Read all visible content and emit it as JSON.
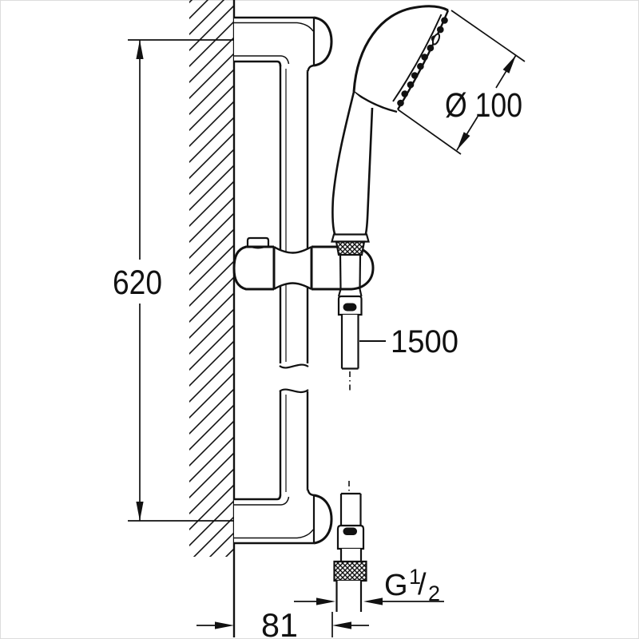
{
  "drawing": {
    "title": "shower-rail-set-dimension-drawing",
    "background_color": "#ffffff",
    "line_color": "#111111",
    "dimensions": {
      "rail_height": "620",
      "head_diameter": "Ø 100",
      "hose_length": "1500",
      "wall_offset": "81",
      "thread_base": "G",
      "thread_numerator": "1",
      "thread_slash": "/",
      "thread_denominator": "2"
    }
  }
}
